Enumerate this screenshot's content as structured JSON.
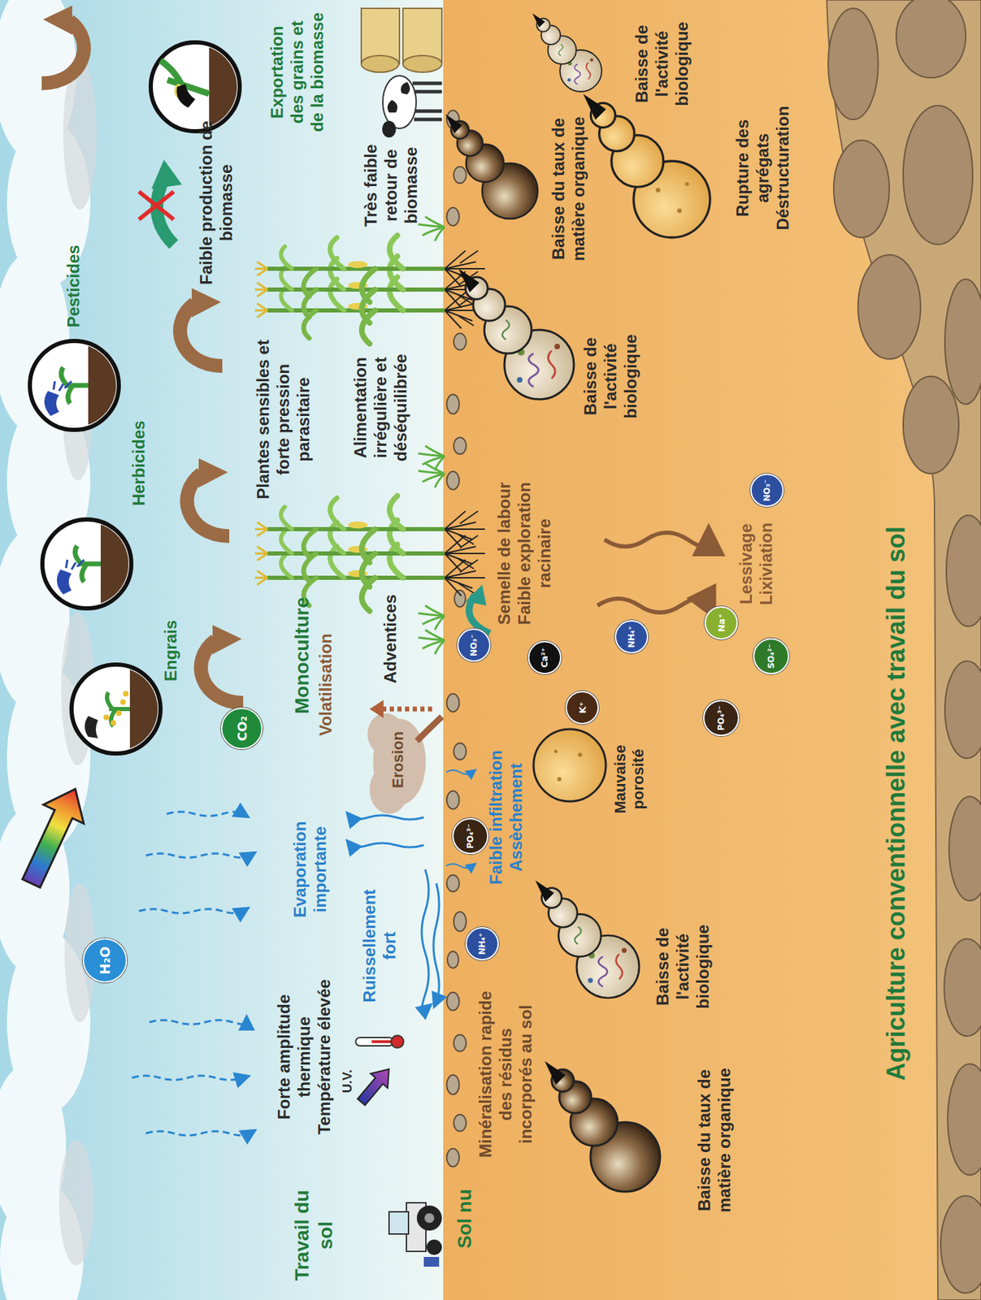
{
  "diagram": {
    "title": "Agriculture conventionnelle avec travail du sol",
    "nodes": [
      {
        "text": [
          "H₂O"
        ]
      },
      {
        "text": [
          "CO₂"
        ]
      },
      {
        "text": [
          "PO₄³⁻"
        ]
      },
      {
        "text": [
          "NH₄⁺"
        ]
      },
      {
        "text": [
          "NO₃⁻"
        ]
      },
      {
        "text": [
          "Ca²⁺"
        ]
      },
      {
        "text": [
          "K⁺"
        ]
      },
      {
        "text": [
          "NH₄⁺"
        ]
      },
      {
        "text": [
          "PO₄³⁻"
        ]
      },
      {
        "text": [
          "SO₄²⁻"
        ]
      },
      {
        "text": [
          "Na⁺"
        ]
      },
      {
        "text": [
          "NO₃⁻"
        ]
      }
    ],
    "labels": [
      "Travail du sol",
      "Sol nu",
      "Forte amplitude thermique Température élevée",
      "U.V.",
      "Evaporation importante",
      "Ruissellement fort",
      "Erosion",
      "Volatilisation",
      "Monoculture",
      "Engrais",
      "Herbicides",
      "Pesticides",
      "Plantes sensibles et forte pression parasitaire",
      "Alimentation irrégulière et déséquilibrée",
      "Faible production de biomasse",
      "Exportation des grains et de la biomasse",
      "Très faible retour de biomasse",
      "Adventices",
      "Minéralisation rapide des résidus incorporés au sol",
      "Faible infiltration Assèchement",
      "Semelle de labour Faible exploration racinaire",
      "Lessivage Lixiviation",
      "Mauvaise porosité",
      "Baisse de l'activité biologique",
      "Baisse du taux de matière organique",
      "Baisse de l'activité biologique",
      "Baisse du taux de matière organique",
      "Rupture des agrégats Déstructuration",
      "Baisse de l'activité biologique"
    ]
  }
}
